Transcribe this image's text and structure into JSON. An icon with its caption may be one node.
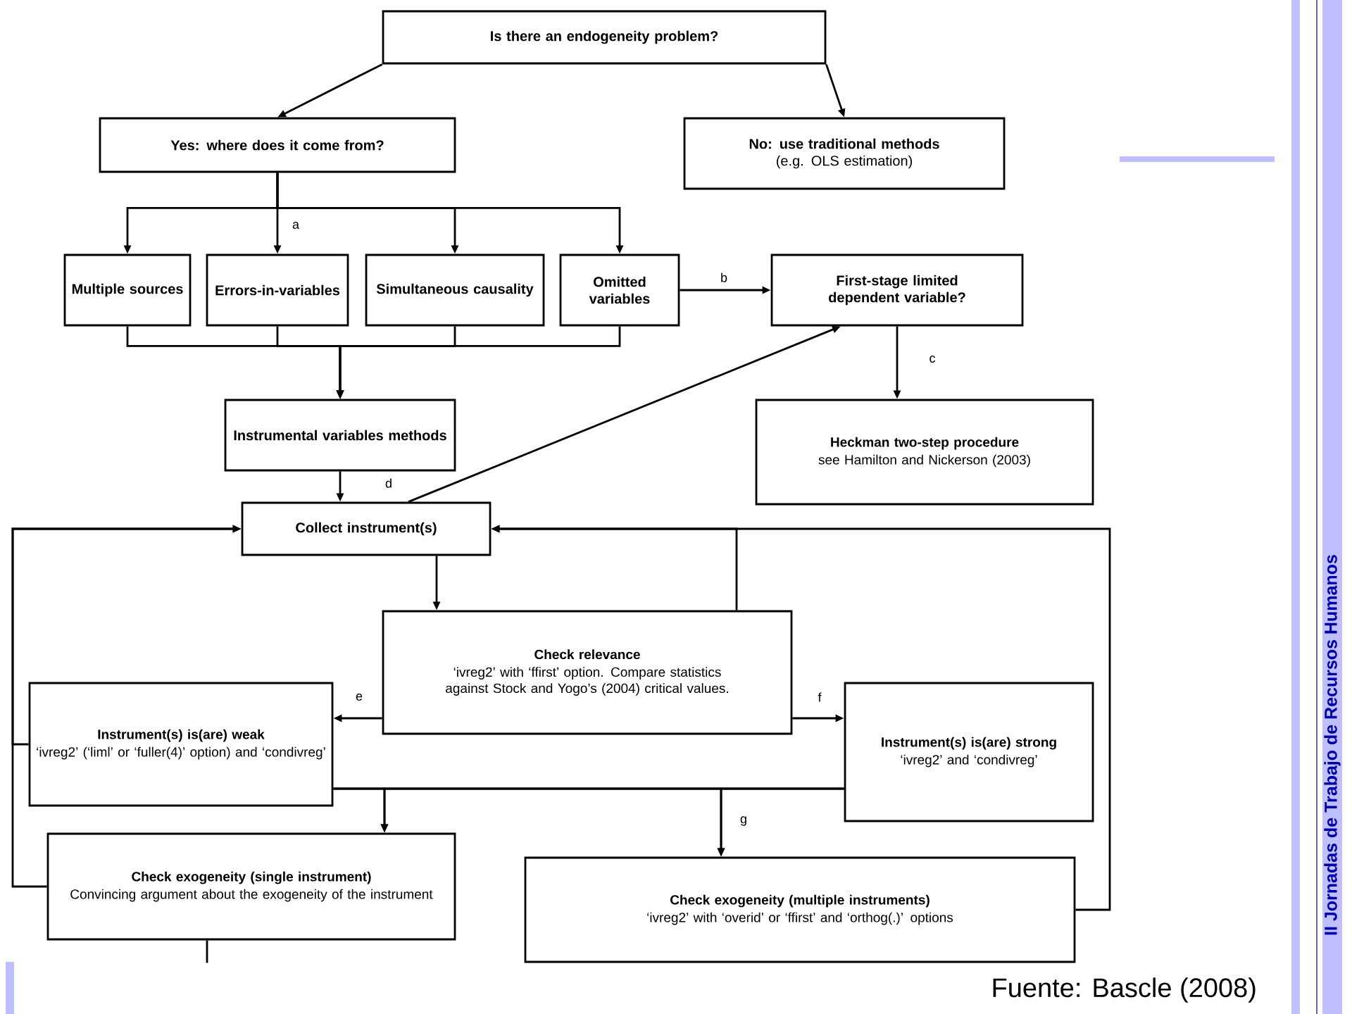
{
  "diagram": {
    "caption": "Fuente: Bascle (2008)",
    "nodes": [
      {
        "text": [
          "Is there an endogeneity problem?"
        ]
      },
      {
        "text": [
          "Yes: where does it come from?"
        ]
      },
      {
        "text": [
          "**No: use traditional methods** (e.g. OLS estimation)"
        ]
      },
      {
        "text": [
          "Multiple sources"
        ]
      },
      {
        "text": [
          "Errors-in-variables"
        ]
      },
      {
        "text": [
          "Simultaneous causality"
        ]
      },
      {
        "text": [
          "Omitted variables"
        ]
      },
      {
        "text": [
          "First-stage limited dependent variable?"
        ]
      },
      {
        "text": [
          "Instrumental variables methods"
        ]
      },
      {
        "text": [
          "Heckman two-step procedure",
          "see Hamilton and Nickerson (2003)"
        ]
      },
      {
        "text": [
          "Collect instrument(s)"
        ]
      },
      {
        "text": [
          "Check relevance",
          "‘ivreg2’ with ‘ffirst’ option. Compare statistics against Stock and Yogo’s (2004) critical values."
        ]
      },
      {
        "text": [
          "Instrument(s) is(are) weak",
          "‘ivreg2’ (‘liml’ or ‘fuller(4)’ option) and ‘condivreg’"
        ]
      },
      {
        "text": [
          "Instrument(s) is(are) strong",
          "‘ivreg2’ and ‘condivreg’"
        ]
      },
      {
        "text": [
          "Check exogeneity (single instrument)",
          "Convincing argument about the exogeneity of the instrument"
        ]
      },
      {
        "text": [
          "Check exogeneity (multiple instruments)",
          "‘ivreg2’ with ‘overid’ or ‘ffirst’ and ‘orthog(.)’ options"
        ]
      }
    ],
    "edges": [
      {
        "from": 0,
        "to": 1,
        "arrow": "to"
      },
      {
        "from": 0,
        "to": 2,
        "arrow": "to"
      },
      {
        "from": 1,
        "to": 3,
        "arrow": "to"
      },
      {
        "from": 1,
        "to": 4,
        "arrow": "to",
        "label": "a"
      },
      {
        "from": 1,
        "to": 5,
        "arrow": "to"
      },
      {
        "from": 1,
        "to": 6,
        "arrow": "to"
      },
      {
        "from": 3,
        "to": 8,
        "arrow": "to"
      },
      {
        "from": 4,
        "to": 8,
        "arrow": "to"
      },
      {
        "from": 5,
        "to": 8,
        "arrow": "to"
      },
      {
        "from": 6,
        "to": 8,
        "arrow": "to"
      },
      {
        "from": 6,
        "to": 7,
        "arrow": "to",
        "label": "b"
      },
      {
        "from": 7,
        "to": 9,
        "arrow": "to",
        "label": "c"
      },
      {
        "from": 8,
        "to": 10,
        "arrow": "to",
        "label": "d"
      },
      {
        "from": 10,
        "to": 7,
        "arrow": "to"
      },
      {
        "from": 10,
        "to": 11,
        "arrow": "to"
      },
      {
        "from": 11,
        "to": 12,
        "arrow": "to",
        "label": "e"
      },
      {
        "from": 11,
        "to": 13,
        "arrow": "to",
        "label": "f"
      },
      {
        "from": 12,
        "to": 14,
        "arrow": "to"
      },
      {
        "from": 13,
        "to": 14,
        "arrow": "to"
      },
      {
        "from": 12,
        "to": 15,
        "arrow": "to"
      },
      {
        "from": 13,
        "to": 15,
        "arrow": "to",
        "label": "g"
      },
      {
        "from": 14,
        "to": 10,
        "arrow": "to"
      },
      {
        "from": 12,
        "to": 10,
        "arrow": "to"
      },
      {
        "from": 15,
        "to": 10,
        "arrow": "to"
      },
      {
        "from": 11,
        "to": 10,
        "arrow": "to"
      },
      {
        "from": 14,
        "to": null,
        "arrow": "none"
      }
    ],
    "labels": [
      "II Jornadas de Trabajo de Recursos Humanos"
    ]
  }
}
